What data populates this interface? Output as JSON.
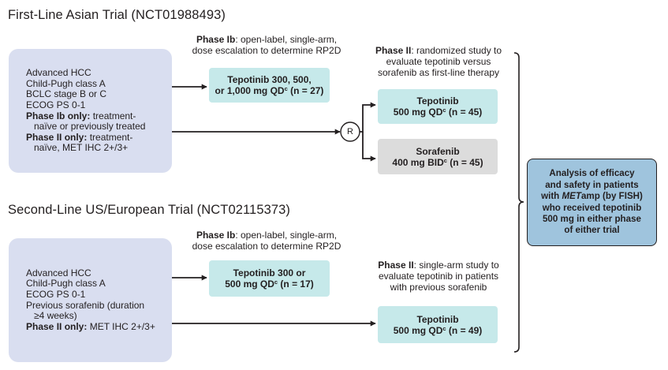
{
  "trial1": {
    "title": "First-Line Asian Trial (NCT01988493)",
    "criteria": {
      "l1": "Advanced HCC",
      "l2": "Child-Pugh class A",
      "l3": "BCLC stage B or C",
      "l4": "ECOG PS 0-1",
      "l5_bold": "Phase Ib only:",
      "l5_rest": " treatment-",
      "l6": "naïve or previously treated",
      "l7_bold": "Phase II only:",
      "l7_rest": " treatment-",
      "l8": "naïve, MET IHC 2+/3+"
    },
    "phase1b_note": {
      "bold": "Phase Ib",
      "l1_rest": ": open-label, single-arm,",
      "l2": "dose escalation to determine RP2D"
    },
    "phase1b_arm": {
      "l1": "Tepotinib 300, 500,",
      "l2_pre": "or 1,000 mg QD",
      "sup": "c",
      "l2_post": " (n = 27)"
    },
    "phase2_note": {
      "bold": "Phase II",
      "l1_rest": ": randomized study to",
      "l2": "evaluate tepotinib versus",
      "l3": "sorafenib as first-line therapy"
    },
    "random_label": "R",
    "arm_tepotinib": {
      "l1": "Tepotinib",
      "l2_pre": "500 mg QD",
      "sup": "c",
      "l2_post": " (n = 45)"
    },
    "arm_sorafenib": {
      "l1": "Sorafenib",
      "l2_pre": "400 mg BID",
      "sup": "c",
      "l2_post": " (n = 45)"
    }
  },
  "trial2": {
    "title": "Second-Line US/European Trial (NCT02115373)",
    "criteria": {
      "l1": "Advanced HCC",
      "l2": "Child-Pugh class A",
      "l3": "ECOG PS 0-1",
      "l4": "Previous sorafenib (duration",
      "l5": "≥4 weeks)",
      "l6_bold": "Phase II only:",
      "l6_rest": " MET IHC 2+/3+"
    },
    "phase1b_note": {
      "bold": "Phase Ib",
      "l1_rest": ": open-label, single-arm,",
      "l2": "dose escalation to determine RP2D"
    },
    "phase1b_arm": {
      "l1": "Tepotinib 300 or",
      "l2_pre": "500 mg QD",
      "sup": "c",
      "l2_post": " (n = 17)"
    },
    "phase2_note": {
      "bold": "Phase II",
      "l1_rest": ": single-arm study to",
      "l2": "evaluate tepotinib in patients",
      "l3": "with previous sorafenib"
    },
    "phase2_arm": {
      "l1": "Tepotinib",
      "l2_pre": "500 mg QD",
      "sup": "c",
      "l2_post": " (n = 49)"
    }
  },
  "summary": {
    "l1": "Analysis of efficacy",
    "l2": "and safety in patients",
    "l3_pre": "with ",
    "l3_italic": "MET",
    "l3_post": "amp (by FISH)",
    "l4": "who received tepotinib",
    "l5": "500 mg in either phase",
    "l6": "of either trial"
  },
  "colors": {
    "criteria_fill": "#d9def0",
    "teal_arm": "#c6e9ea",
    "gray_arm": "#dcdcdc",
    "summary_fill": "#9fc4dd",
    "ink": "#231f20"
  }
}
